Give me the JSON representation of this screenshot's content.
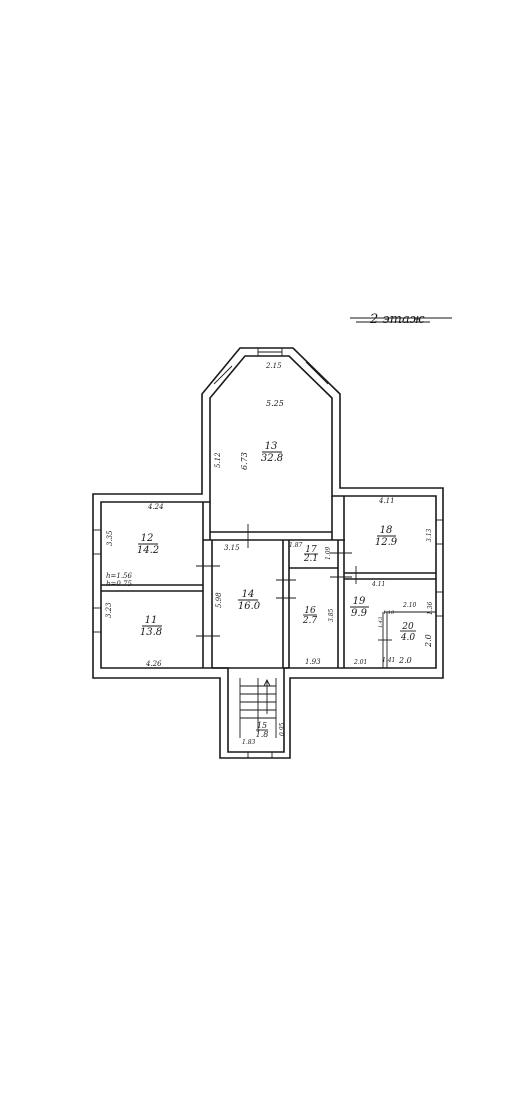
{
  "floor_title": "2 этаж",
  "rooms": [
    {
      "id": "r13",
      "number": "13",
      "area": "32.8"
    },
    {
      "id": "r12",
      "number": "12",
      "area": "14.2"
    },
    {
      "id": "r11",
      "number": "11",
      "area": "13.8"
    },
    {
      "id": "r14",
      "number": "14",
      "area": "16.0"
    },
    {
      "id": "r17",
      "number": "17",
      "area": "2.1"
    },
    {
      "id": "r16",
      "number": "16",
      "area": "2.7"
    },
    {
      "id": "r18",
      "number": "18",
      "area": "12.9"
    },
    {
      "id": "r19",
      "number": "19",
      "area": "9.9"
    },
    {
      "id": "r20",
      "number": "20",
      "area": "4.0"
    },
    {
      "id": "r15",
      "number": "15",
      "area": "1.8"
    }
  ],
  "dimensions": {
    "d_215": "2.15",
    "d_525": "5.25",
    "d_673": "6.73",
    "d_512": "5.12",
    "d_424": "4.24",
    "d_335": "3.35",
    "d_156": "h=1.56",
    "d_075": "h=0.75",
    "d_323": "3.23",
    "d_426": "4.26",
    "d_315": "3.15",
    "d_598": "5.98",
    "d_187": "1.87",
    "d_109": "1.09",
    "d_385": "3.85",
    "d_193": "1.93",
    "d_411a": "4.11",
    "d_313": "3.13",
    "d_411b": "4.11",
    "d_210": "2.10",
    "d_136": "1.36",
    "d_20a": "2.0",
    "d_20b": "2.0",
    "d_201": "2.01",
    "d_141": "1.41",
    "d_183": "1.83",
    "d_095": "0.95",
    "d_143": "1.43",
    "d_118": "1.18"
  }
}
